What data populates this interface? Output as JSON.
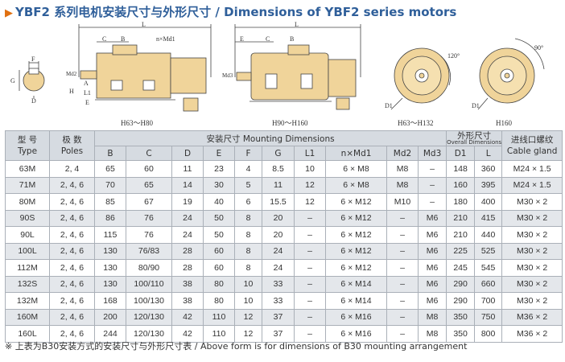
{
  "title": {
    "marker": "▶",
    "text": "YBF2 系列电机安装尺寸与外形尺寸  /  Dimensions of YBF2 series motors"
  },
  "drawings": {
    "label_fig1": "H63～H80",
    "label_fig2": "H90～H160",
    "label_fig3": "H63～H132",
    "label_fig4": "H160",
    "dim_L": "L",
    "dim_C": "C",
    "dim_B": "B",
    "dim_nMd1": "n×Md1",
    "dim_Md2": "Md2",
    "dim_Md3": "Md3",
    "dim_H": "H",
    "dim_L1": "L1",
    "dim_A": "A",
    "dim_E": "E",
    "dim_F": "F",
    "dim_G": "G",
    "dim_D": "D",
    "dim_D1": "D1",
    "angle_120": "120°",
    "angle_90": "90°"
  },
  "table": {
    "header": {
      "model_cn": "型 号",
      "model_en": "Type",
      "poles_cn": "极 数",
      "poles_en": "Poles",
      "mounting": "安装尺寸    Mounting Dimensions",
      "overall_cn": "外形尺寸",
      "overall_en": "Overall Dimensions",
      "gland_cn": "进线口螺纹",
      "gland_en": "Cable gland",
      "cols": [
        "B",
        "C",
        "D",
        "E",
        "F",
        "G",
        "L1",
        "n×Md1",
        "Md2",
        "Md3",
        "D1",
        "L"
      ]
    },
    "rows": [
      [
        "63M",
        "2, 4",
        "65",
        "60",
        "11",
        "23",
        "4",
        "8.5",
        "10",
        "6 × M8",
        "M8",
        "–",
        "148",
        "360",
        "M24 × 1.5"
      ],
      [
        "71M",
        "2, 4, 6",
        "70",
        "65",
        "14",
        "30",
        "5",
        "11",
        "12",
        "6 × M8",
        "M8",
        "–",
        "160",
        "395",
        "M24 × 1.5"
      ],
      [
        "80M",
        "2, 4, 6",
        "85",
        "67",
        "19",
        "40",
        "6",
        "15.5",
        "12",
        "6 × M12",
        "M10",
        "–",
        "180",
        "400",
        "M30 × 2"
      ],
      [
        "90S",
        "2, 4, 6",
        "86",
        "76",
        "24",
        "50",
        "8",
        "20",
        "–",
        "6 × M12",
        "–",
        "M6",
        "210",
        "415",
        "M30 × 2"
      ],
      [
        "90L",
        "2, 4, 6",
        "115",
        "76",
        "24",
        "50",
        "8",
        "20",
        "–",
        "6 × M12",
        "–",
        "M6",
        "210",
        "440",
        "M30 × 2"
      ],
      [
        "100L",
        "2, 4, 6",
        "130",
        "76/83",
        "28",
        "60",
        "8",
        "24",
        "–",
        "6 × M12",
        "–",
        "M6",
        "225",
        "525",
        "M30 × 2"
      ],
      [
        "112M",
        "2, 4, 6",
        "130",
        "80/90",
        "28",
        "60",
        "8",
        "24",
        "–",
        "6 × M12",
        "–",
        "M6",
        "245",
        "545",
        "M30 × 2"
      ],
      [
        "132S",
        "2, 4, 6",
        "130",
        "100/110",
        "38",
        "80",
        "10",
        "33",
        "–",
        "6 × M14",
        "–",
        "M6",
        "290",
        "660",
        "M30 × 2"
      ],
      [
        "132M",
        "2, 4, 6",
        "168",
        "100/130",
        "38",
        "80",
        "10",
        "33",
        "–",
        "6 × M14",
        "–",
        "M6",
        "290",
        "700",
        "M30 × 2"
      ],
      [
        "160M",
        "2, 4, 6",
        "200",
        "120/130",
        "42",
        "110",
        "12",
        "37",
        "–",
        "6 × M16",
        "–",
        "M8",
        "350",
        "750",
        "M36 × 2"
      ],
      [
        "160L",
        "2, 4, 6",
        "244",
        "120/130",
        "42",
        "110",
        "12",
        "37",
        "–",
        "6 × M16",
        "–",
        "M8",
        "350",
        "800",
        "M36 × 2"
      ]
    ]
  },
  "footnote": "※ 上表为B30安装方式的安装尺寸与外形尺寸表 / Above form is for dimensions of B30 mounting arrangement",
  "colors": {
    "title": "#2f5f9a",
    "marker": "#e07010",
    "header_bg": "#d6dbe1",
    "stripe_bg": "#e4e7eb",
    "grid": "#aab0b8"
  }
}
